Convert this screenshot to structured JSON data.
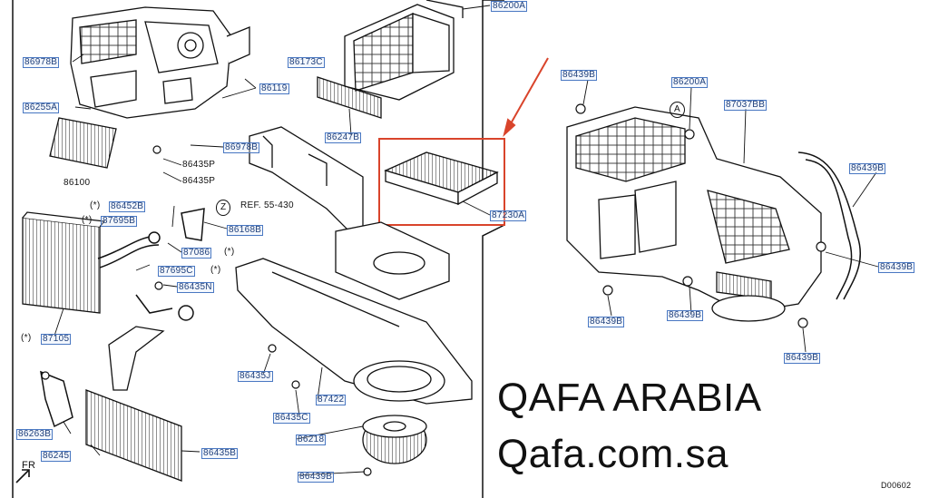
{
  "watermark": {
    "title": "QAFA ARABIA",
    "site": "Qafa.com.sa"
  },
  "diagram_code": "D00602",
  "direction_label": "FR",
  "highlight": {
    "color": "#d9442b",
    "part": "87230A"
  },
  "link_color": "#4a78c2",
  "part_labels": [
    "86200A",
    "86978B",
    "86173C",
    "86119",
    "86255A",
    "86247B",
    "86978B",
    "86435P",
    "86100",
    "86435P",
    "86452B",
    "87695B",
    "86168B",
    "87086",
    "87695C",
    "86435N",
    "87105",
    "86435J",
    "87422",
    "86435C",
    "86263B",
    "86218",
    "86245",
    "86435B",
    "86439B",
    "86439B",
    "86200A",
    "87037BB",
    "86439B",
    "86439B",
    "86439B",
    "86439B",
    "86439B",
    "REF. 55-430",
    "87230A"
  ],
  "marks": {
    "star": "(*)",
    "z": "Z",
    "a": "A"
  }
}
